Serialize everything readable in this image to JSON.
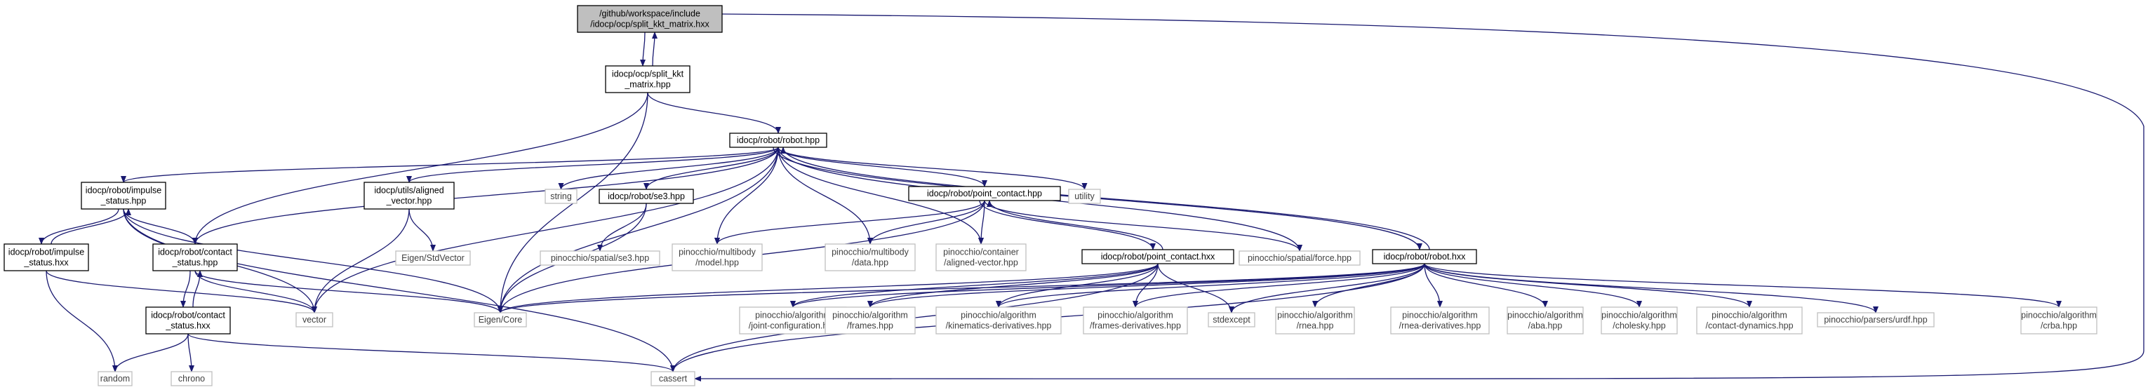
{
  "colors": {
    "edge": "#191970",
    "node_border": "#000000",
    "external_border": "#bfbfbf",
    "root_fill": "#bfbfbf",
    "node_fill": "#ffffff",
    "text": "#000000",
    "external_text": "#404040"
  },
  "nodes": [
    {
      "id": "root",
      "lines": [
        "/github/workspace/include",
        "/idocp/ocp/split_kkt_matrix.hxx"
      ],
      "kind": "root"
    },
    {
      "id": "split_kkt_hpp",
      "lines": [
        "idocp/ocp/split_kkt",
        "_matrix.hpp"
      ],
      "kind": "internal"
    },
    {
      "id": "robot_hpp",
      "lines": [
        "idocp/robot/robot.hpp"
      ],
      "kind": "internal"
    },
    {
      "id": "impulse_status_hpp",
      "lines": [
        "idocp/robot/impulse",
        "_status.hpp"
      ],
      "kind": "internal"
    },
    {
      "id": "aligned_vector_hpp",
      "lines": [
        "idocp/utils/aligned",
        "_vector.hpp"
      ],
      "kind": "internal"
    },
    {
      "id": "string",
      "lines": [
        "string"
      ],
      "kind": "external"
    },
    {
      "id": "se3_hpp",
      "lines": [
        "idocp/robot/se3.hpp"
      ],
      "kind": "internal"
    },
    {
      "id": "point_contact_hpp",
      "lines": [
        "idocp/robot/point_contact.hpp"
      ],
      "kind": "internal"
    },
    {
      "id": "utility",
      "lines": [
        "utility"
      ],
      "kind": "external"
    },
    {
      "id": "impulse_status_hxx",
      "lines": [
        "idocp/robot/impulse",
        "_status.hxx"
      ],
      "kind": "internal"
    },
    {
      "id": "contact_status_hpp",
      "lines": [
        "idocp/robot/contact",
        "_status.hpp"
      ],
      "kind": "internal"
    },
    {
      "id": "eigen_stdvector",
      "lines": [
        "Eigen/StdVector"
      ],
      "kind": "external"
    },
    {
      "id": "spatial_se3",
      "lines": [
        "pinocchio/spatial/se3.hpp"
      ],
      "kind": "external"
    },
    {
      "id": "multibody_model",
      "lines": [
        "pinocchio/multibody",
        "/model.hpp"
      ],
      "kind": "external"
    },
    {
      "id": "multibody_data",
      "lines": [
        "pinocchio/multibody",
        "/data.hpp"
      ],
      "kind": "external"
    },
    {
      "id": "container_aligned",
      "lines": [
        "pinocchio/container",
        "/aligned-vector.hpp"
      ],
      "kind": "external"
    },
    {
      "id": "point_contact_hxx",
      "lines": [
        "idocp/robot/point_contact.hxx"
      ],
      "kind": "internal"
    },
    {
      "id": "spatial_force",
      "lines": [
        "pinocchio/spatial/force.hpp"
      ],
      "kind": "external"
    },
    {
      "id": "robot_hxx",
      "lines": [
        "idocp/robot/robot.hxx"
      ],
      "kind": "internal"
    },
    {
      "id": "contact_status_hxx",
      "lines": [
        "idocp/robot/contact",
        "_status.hxx"
      ],
      "kind": "internal"
    },
    {
      "id": "vector",
      "lines": [
        "vector"
      ],
      "kind": "external"
    },
    {
      "id": "eigen_core",
      "lines": [
        "Eigen/Core"
      ],
      "kind": "external"
    },
    {
      "id": "joint_configuration",
      "lines": [
        "pinocchio/algorithm",
        "/joint-configuration.hpp"
      ],
      "kind": "external"
    },
    {
      "id": "frames",
      "lines": [
        "pinocchio/algorithm",
        "/frames.hpp"
      ],
      "kind": "external"
    },
    {
      "id": "kinematics_derivatives",
      "lines": [
        "pinocchio/algorithm",
        "/kinematics-derivatives.hpp"
      ],
      "kind": "external"
    },
    {
      "id": "frames_derivatives",
      "lines": [
        "pinocchio/algorithm",
        "/frames-derivatives.hpp"
      ],
      "kind": "external"
    },
    {
      "id": "stdexcept",
      "lines": [
        "stdexcept"
      ],
      "kind": "external"
    },
    {
      "id": "rnea",
      "lines": [
        "pinocchio/algorithm",
        "/rnea.hpp"
      ],
      "kind": "external"
    },
    {
      "id": "rnea_derivatives",
      "lines": [
        "pinocchio/algorithm",
        "/rnea-derivatives.hpp"
      ],
      "kind": "external"
    },
    {
      "id": "aba",
      "lines": [
        "pinocchio/algorithm",
        "/aba.hpp"
      ],
      "kind": "external"
    },
    {
      "id": "cholesky",
      "lines": [
        "pinocchio/algorithm",
        "/cholesky.hpp"
      ],
      "kind": "external"
    },
    {
      "id": "contact_dynamics",
      "lines": [
        "pinocchio/algorithm",
        "/contact-dynamics.hpp"
      ],
      "kind": "external"
    },
    {
      "id": "parsers_urdf",
      "lines": [
        "pinocchio/parsers/urdf.hpp"
      ],
      "kind": "external"
    },
    {
      "id": "crba",
      "lines": [
        "pinocchio/algorithm",
        "/crba.hpp"
      ],
      "kind": "external"
    },
    {
      "id": "random",
      "lines": [
        "random"
      ],
      "kind": "external"
    },
    {
      "id": "chrono",
      "lines": [
        "chrono"
      ],
      "kind": "external"
    },
    {
      "id": "cassert",
      "lines": [
        "cassert"
      ],
      "kind": "external"
    }
  ],
  "edges": [
    [
      "root",
      "split_kkt_hpp"
    ],
    [
      "root",
      "cassert"
    ],
    [
      "split_kkt_hpp",
      "root"
    ],
    [
      "split_kkt_hpp",
      "robot_hpp"
    ],
    [
      "split_kkt_hpp",
      "contact_status_hpp"
    ],
    [
      "split_kkt_hpp",
      "eigen_core"
    ],
    [
      "robot_hpp",
      "impulse_status_hpp"
    ],
    [
      "robot_hpp",
      "aligned_vector_hpp"
    ],
    [
      "robot_hpp",
      "string"
    ],
    [
      "robot_hpp",
      "se3_hpp"
    ],
    [
      "robot_hpp",
      "point_contact_hpp"
    ],
    [
      "robot_hpp",
      "utility"
    ],
    [
      "robot_hpp",
      "contact_status_hpp"
    ],
    [
      "robot_hpp",
      "vector"
    ],
    [
      "robot_hpp",
      "eigen_core"
    ],
    [
      "robot_hpp",
      "multibody_model"
    ],
    [
      "robot_hpp",
      "multibody_data"
    ],
    [
      "robot_hpp",
      "container_aligned"
    ],
    [
      "robot_hpp",
      "spatial_force"
    ],
    [
      "robot_hpp",
      "robot_hxx"
    ],
    [
      "impulse_status_hpp",
      "impulse_status_hxx"
    ],
    [
      "impulse_status_hpp",
      "contact_status_hpp"
    ],
    [
      "impulse_status_hpp",
      "vector"
    ],
    [
      "impulse_status_hpp",
      "eigen_core"
    ],
    [
      "impulse_status_hpp",
      "cassert"
    ],
    [
      "impulse_status_hxx",
      "impulse_status_hpp"
    ],
    [
      "impulse_status_hxx",
      "random"
    ],
    [
      "impulse_status_hxx",
      "vector"
    ],
    [
      "aligned_vector_hpp",
      "eigen_stdvector"
    ],
    [
      "aligned_vector_hpp",
      "vector"
    ],
    [
      "se3_hpp",
      "spatial_se3"
    ],
    [
      "se3_hpp",
      "eigen_core"
    ],
    [
      "point_contact_hpp",
      "multibody_model"
    ],
    [
      "point_contact_hpp",
      "multibody_data"
    ],
    [
      "point_contact_hpp",
      "container_aligned"
    ],
    [
      "point_contact_hpp",
      "point_contact_hxx"
    ],
    [
      "point_contact_hpp",
      "spatial_force"
    ],
    [
      "point_contact_hpp",
      "eigen_core"
    ],
    [
      "point_contact_hxx",
      "point_contact_hpp"
    ],
    [
      "point_contact_hxx",
      "eigen_core"
    ],
    [
      "point_contact_hxx",
      "joint_configuration"
    ],
    [
      "point_contact_hxx",
      "frames"
    ],
    [
      "point_contact_hxx",
      "kinematics_derivatives"
    ],
    [
      "point_contact_hxx",
      "frames_derivatives"
    ],
    [
      "point_contact_hxx",
      "stdexcept"
    ],
    [
      "point_contact_hxx",
      "cassert"
    ],
    [
      "contact_status_hpp",
      "contact_status_hxx"
    ],
    [
      "contact_status_hpp",
      "vector"
    ],
    [
      "contact_status_hpp",
      "eigen_core"
    ],
    [
      "contact_status_hxx",
      "contact_status_hpp"
    ],
    [
      "contact_status_hxx",
      "random"
    ],
    [
      "contact_status_hxx",
      "chrono"
    ],
    [
      "contact_status_hxx",
      "cassert"
    ],
    [
      "robot_hxx",
      "robot_hpp"
    ],
    [
      "robot_hxx",
      "eigen_core"
    ],
    [
      "robot_hxx",
      "joint_configuration"
    ],
    [
      "robot_hxx",
      "frames"
    ],
    [
      "robot_hxx",
      "kinematics_derivatives"
    ],
    [
      "robot_hxx",
      "frames_derivatives"
    ],
    [
      "robot_hxx",
      "stdexcept"
    ],
    [
      "robot_hxx",
      "rnea"
    ],
    [
      "robot_hxx",
      "rnea_derivatives"
    ],
    [
      "robot_hxx",
      "aba"
    ],
    [
      "robot_hxx",
      "cholesky"
    ],
    [
      "robot_hxx",
      "contact_dynamics"
    ],
    [
      "robot_hxx",
      "parsers_urdf"
    ],
    [
      "robot_hxx",
      "crba"
    ],
    [
      "robot_hxx",
      "cassert"
    ]
  ]
}
